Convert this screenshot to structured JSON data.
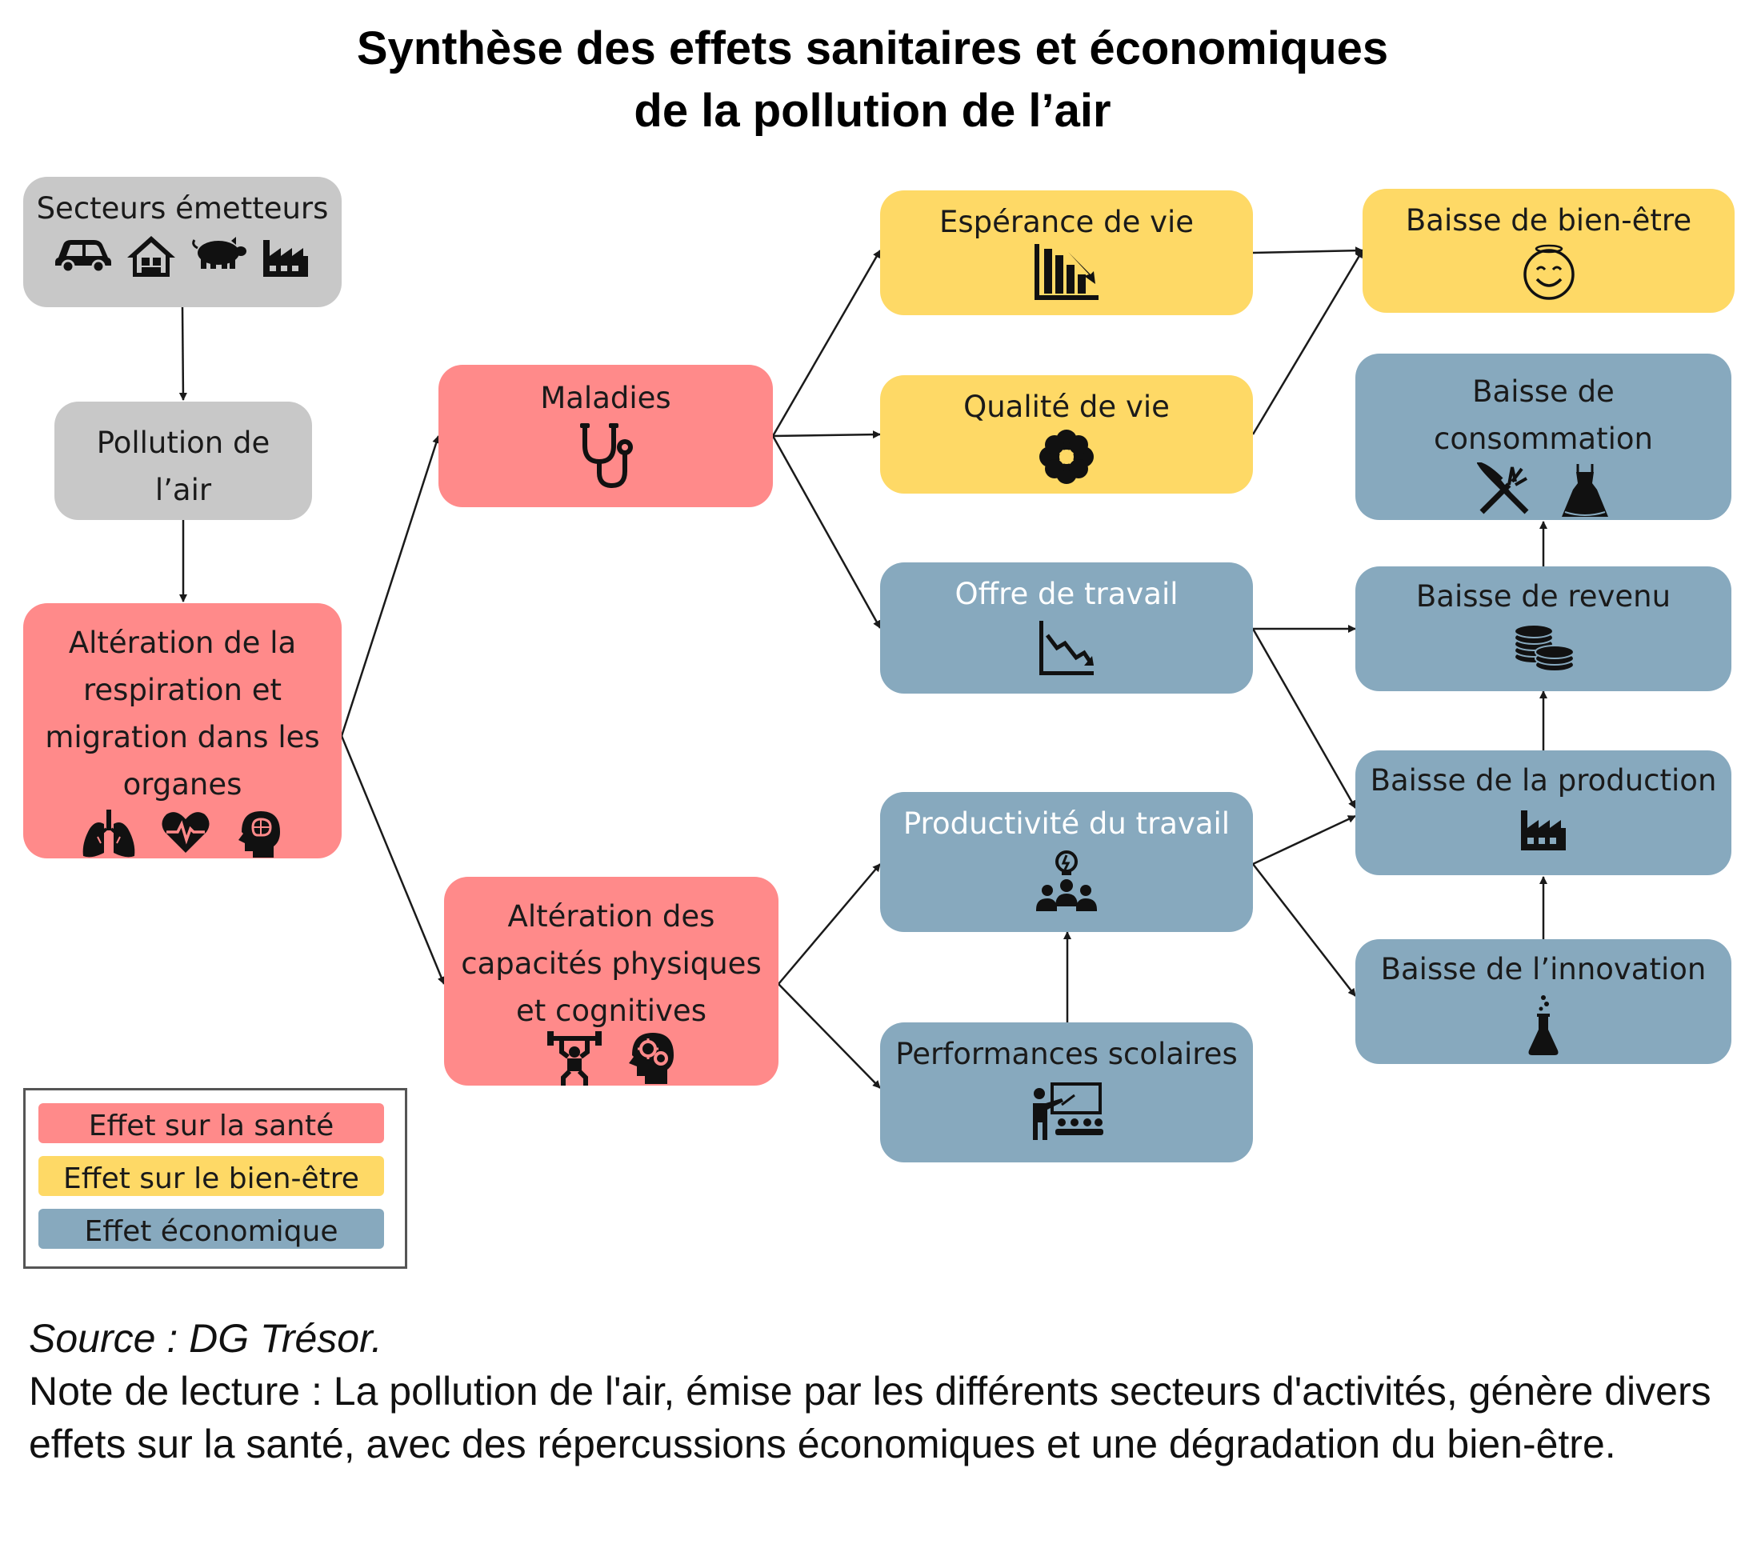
{
  "title": {
    "line1": "Synthèse des effets sanitaires et économiques",
    "line2": "de la pollution de l’air"
  },
  "colors": {
    "sante": "#ff8a8a",
    "bien_etre": "#fed966",
    "economique": "#87a9be",
    "neutre": "#c8c8c8"
  },
  "nodes": {
    "secteurs": {
      "label": "Secteurs émetteurs",
      "icons": [
        "car-icon",
        "house-icon",
        "pig-icon",
        "factory-icon"
      ]
    },
    "pollution": {
      "label": "Pollution de l’air"
    },
    "alteration_respiration": {
      "label": "Altération de la respiration et migration dans les organes",
      "icons": [
        "lungs-icon",
        "heart-pulse-icon",
        "brain-head-icon"
      ]
    },
    "maladies": {
      "label": "Maladies",
      "icons": [
        "stethoscope-icon"
      ]
    },
    "alteration_capacites": {
      "label": "Altération des capacités physiques et cognitives",
      "icons": [
        "weightlifter-icon",
        "head-gears-icon"
      ]
    },
    "esperance": {
      "label": "Espérance de vie",
      "icons": [
        "bar-chart-down-icon"
      ]
    },
    "qualite": {
      "label": "Qualité de vie",
      "icons": [
        "flower-icon"
      ]
    },
    "offre": {
      "label": "Offre de travail",
      "icons": [
        "line-chart-down-icon"
      ]
    },
    "productivite": {
      "label": "Productivité du travail",
      "icons": [
        "team-idea-icon"
      ]
    },
    "performances": {
      "label": "Performances scolaires",
      "icons": [
        "teacher-class-icon"
      ]
    },
    "bien_etre": {
      "label": "Baisse de bien-être",
      "icons": [
        "smiley-icon"
      ]
    },
    "consommation": {
      "label": "Baisse de consommation",
      "icons": [
        "fork-knife-icon",
        "dress-icon"
      ]
    },
    "revenu": {
      "label": "Baisse de revenu",
      "icons": [
        "coins-icon"
      ]
    },
    "production": {
      "label": "Baisse de la production",
      "icons": [
        "factory-icon"
      ]
    },
    "innovation": {
      "label": "Baisse de l’innovation",
      "icons": [
        "flask-icon"
      ]
    }
  },
  "edges": [
    [
      "secteurs",
      "pollution"
    ],
    [
      "pollution",
      "alteration_respiration"
    ],
    [
      "alteration_respiration",
      "maladies"
    ],
    [
      "alteration_respiration",
      "alteration_capacites"
    ],
    [
      "maladies",
      "esperance"
    ],
    [
      "maladies",
      "qualite"
    ],
    [
      "maladies",
      "offre"
    ],
    [
      "alteration_capacites",
      "productivite"
    ],
    [
      "alteration_capacites",
      "performances"
    ],
    [
      "performances",
      "productivite"
    ],
    [
      "esperance",
      "bien_etre"
    ],
    [
      "qualite",
      "bien_etre"
    ],
    [
      "offre",
      "revenu"
    ],
    [
      "offre",
      "production"
    ],
    [
      "productivite",
      "production"
    ],
    [
      "productivite",
      "innovation"
    ],
    [
      "revenu",
      "consommation"
    ],
    [
      "production",
      "revenu"
    ],
    [
      "innovation",
      "production"
    ]
  ],
  "legend": {
    "sante": "Effet sur la santé",
    "bien_etre": "Effet sur le bien-être",
    "economique": "Effet économique"
  },
  "footer": {
    "source": "Source : DG Trésor.",
    "note": "Note de lecture : La pollution de l'air, émise par les différents secteurs d'activités, génère divers effets sur la santé, avec des répercussions économiques et une dégradation du bien-être."
  }
}
